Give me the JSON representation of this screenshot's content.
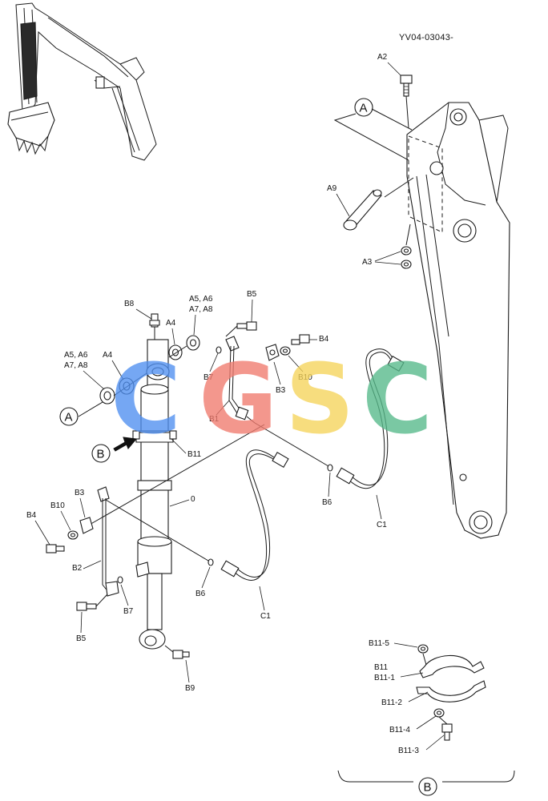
{
  "drawing_code": "YV04-03043-",
  "watermark": {
    "letters": [
      "C",
      "G",
      "S",
      "C"
    ],
    "colors": [
      "#4f8ff0",
      "#f07a6e",
      "#f6d45a",
      "#55b98a"
    ]
  },
  "callouts": {
    "A": "A",
    "B": "B"
  },
  "labels": {
    "a2": "A2",
    "a9": "A9",
    "a3": "A3",
    "b8": "B8",
    "a4_top": "A4",
    "a5_top_line1": "A5, A6",
    "a5_top_line2": "A7, A8",
    "b5_top": "B5",
    "a5_left_line1": "A5, A6",
    "a5_left_line2": "A7, A8",
    "a4_left": "A4",
    "b7_top": "B7",
    "b1": "B1",
    "b3_right": "B3",
    "b10_right": "B10",
    "b4_right": "B4",
    "b11": "B11",
    "b6_right": "B6",
    "c1_right": "C1",
    "zero": "0",
    "b3_left": "B3",
    "b10_left": "B10",
    "b4_left": "B4",
    "b2": "B2",
    "b6_left": "B6",
    "b7_bottom": "B7",
    "b5_bottom": "B5",
    "c1_bottom": "C1",
    "b9": "B9",
    "b11_5": "B11-5",
    "b11_detail": "B11",
    "b11_1": "B11-1",
    "b11_2": "B11-2",
    "b11_4": "B11-4",
    "b11_3": "B11-3"
  }
}
